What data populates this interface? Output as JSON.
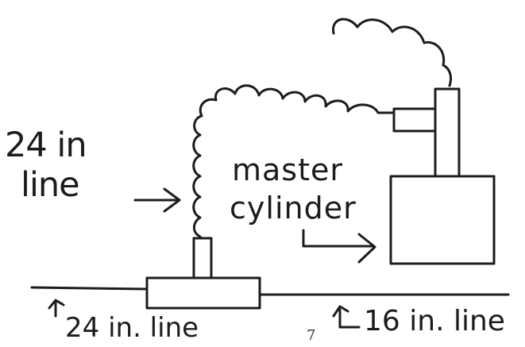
{
  "labels": {
    "left_line_1": "24 in",
    "left_line_2": "line",
    "center_1": "master",
    "center_2": "cylinder",
    "bottom_left": "24 in. line",
    "bottom_right": "16 in. line",
    "page_number": "7"
  }
}
